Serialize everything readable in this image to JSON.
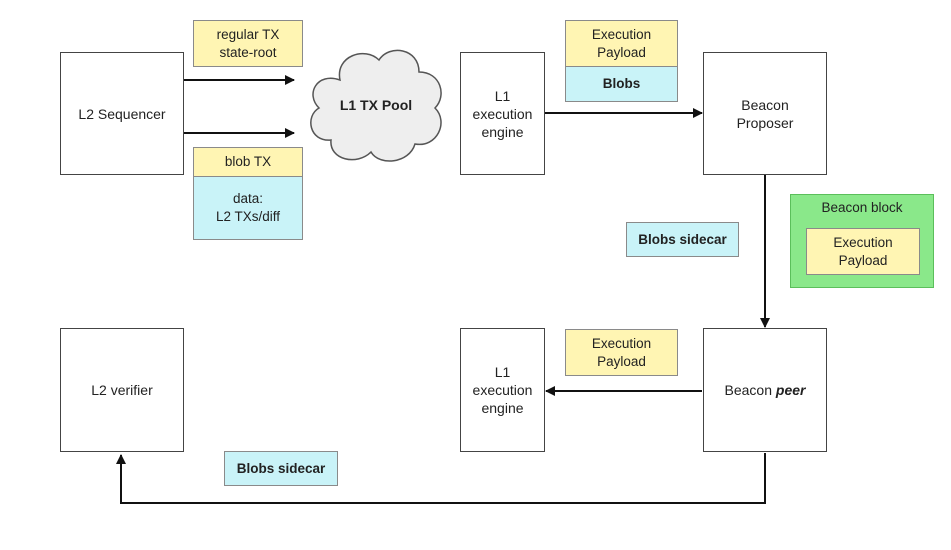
{
  "sequencer": {
    "label": "L2 Sequencer"
  },
  "regular_tx": {
    "label": "regular TX\nstate-root"
  },
  "blob_tx": {
    "header": "blob TX",
    "data": "data:\nL2 TXs/diff"
  },
  "tx_pool": {
    "label": "L1 TX Pool"
  },
  "engine_top": {
    "label": "L1\nexecution\nengine"
  },
  "payload_top": {
    "label": "Execution\nPayload",
    "blobs": "Blobs"
  },
  "proposer": {
    "label": "Beacon\nProposer"
  },
  "sidecar_mid": {
    "label": "Blobs sidecar"
  },
  "beacon_block": {
    "title": "Beacon block",
    "payload": "Execution\nPayload"
  },
  "verifier": {
    "label": "L2 verifier"
  },
  "engine_bottom": {
    "label": "L1\nexecution\nengine"
  },
  "payload_bottom": {
    "label": "Execution\nPayload"
  },
  "peer": {
    "prefix": "Beacon ",
    "emph": "peer"
  },
  "sidecar_bottom": {
    "label": "Blobs sidecar"
  }
}
